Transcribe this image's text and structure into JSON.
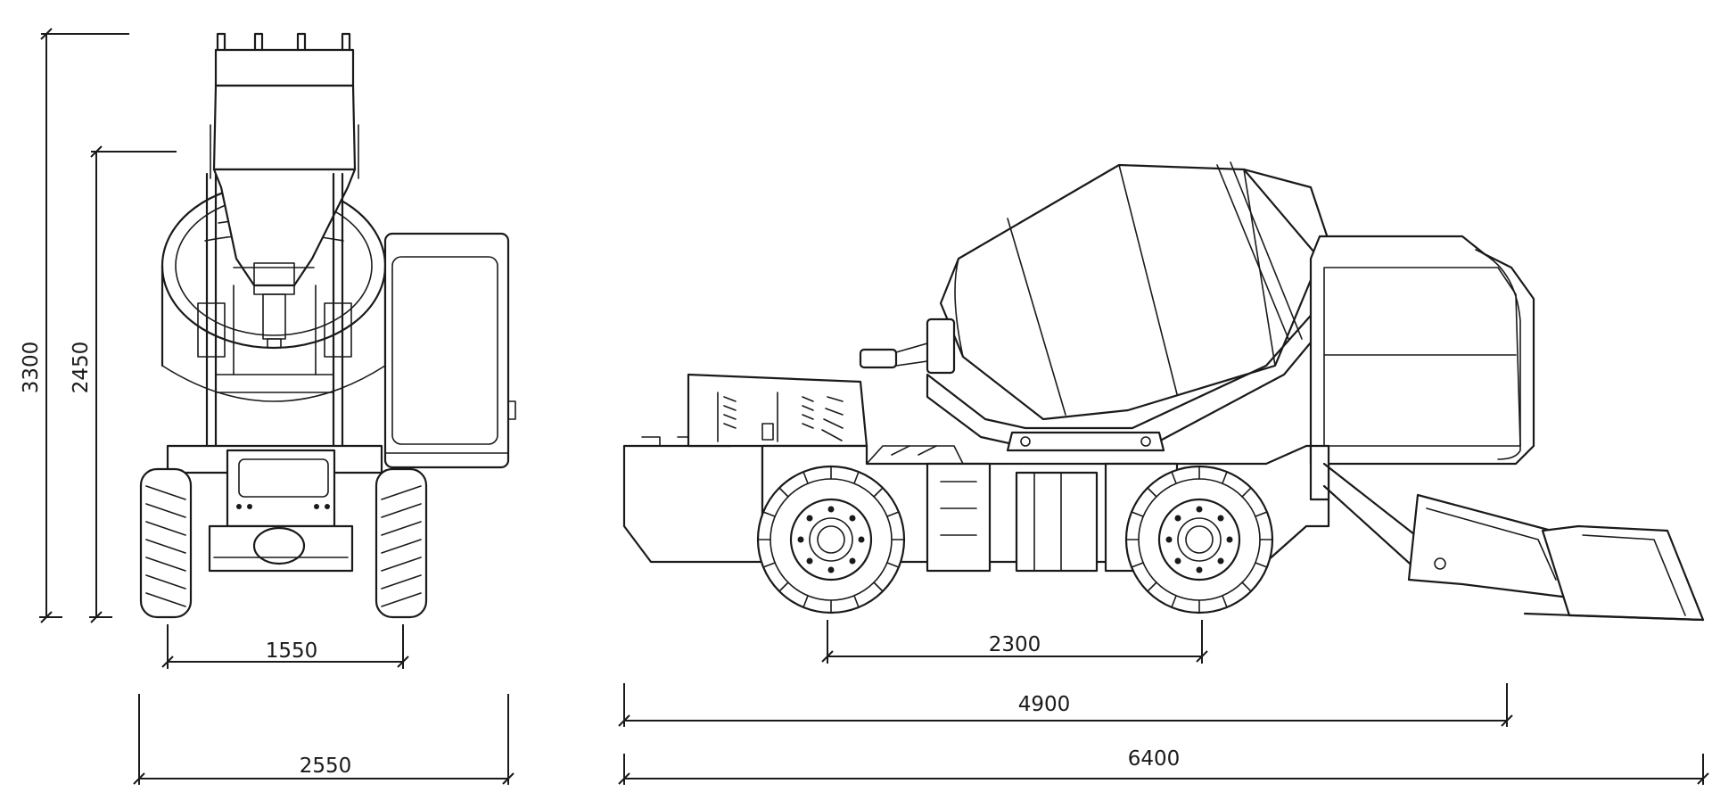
{
  "dimensions": {
    "overall_height": "3300",
    "bucket_height": "2450",
    "track_width": "1550",
    "overall_width": "2550",
    "wheelbase": "2300",
    "body_length": "4900",
    "overall_length": "6400"
  },
  "colors": {
    "line": "#1a1a1a",
    "background": "#ffffff"
  }
}
